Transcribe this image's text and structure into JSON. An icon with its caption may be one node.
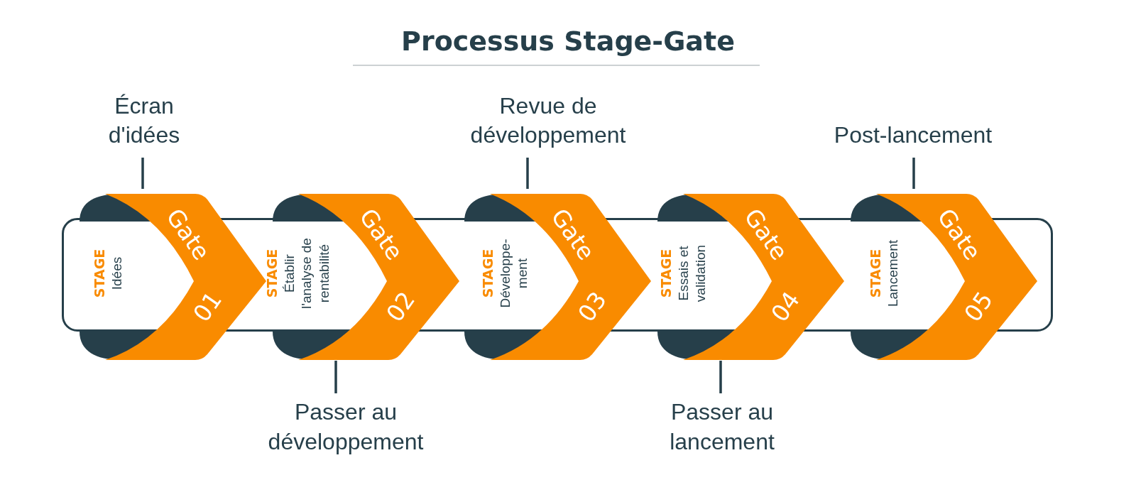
{
  "diagram": {
    "title": "Processus Stage-Gate",
    "nodes": [
      {
        "text": [
          "STAGE",
          "Idées"
        ]
      },
      {
        "text": [
          "STAGE",
          "Établir l'analyse de rentabilité"
        ]
      },
      {
        "text": [
          "STAGE",
          "Développe- ment"
        ]
      },
      {
        "text": [
          "STAGE",
          "Essais et validation"
        ]
      },
      {
        "text": [
          "STAGE",
          "Lancement"
        ]
      },
      {
        "text": [
          "Gate",
          "01"
        ]
      },
      {
        "text": [
          "Gate",
          "02"
        ]
      },
      {
        "text": [
          "Gate",
          "03"
        ]
      },
      {
        "text": [
          "Gate",
          "04"
        ]
      },
      {
        "text": [
          "Gate",
          "05"
        ]
      },
      {
        "text": [
          "Écran d'idées"
        ]
      },
      {
        "text": [
          "Passer au développement"
        ]
      },
      {
        "text": [
          "Revue de développement"
        ]
      },
      {
        "text": [
          "Passer au lancement"
        ]
      },
      {
        "text": [
          "Post-lancement"
        ]
      }
    ],
    "edges": [
      {
        "from": 10,
        "to": 5,
        "arrow": "none"
      },
      {
        "from": 11,
        "to": 6,
        "arrow": "none"
      },
      {
        "from": 12,
        "to": 7,
        "arrow": "none"
      },
      {
        "from": 13,
        "to": 8,
        "arrow": "none"
      },
      {
        "from": 14,
        "to": 9,
        "arrow": "none"
      }
    ]
  }
}
